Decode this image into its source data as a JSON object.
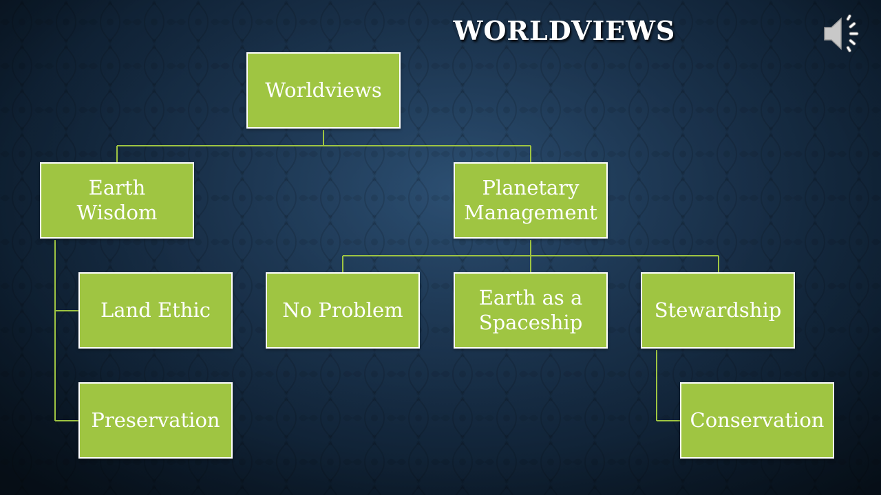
{
  "slide": {
    "title": "WORLDVIEWS",
    "audio_icon": "speaker-icon"
  },
  "colors": {
    "node_fill": "#9fc542",
    "node_border": "#ffffff",
    "connector": "#9fc542",
    "background": "#1c3652",
    "title_text": "#ffffff"
  },
  "diagram": {
    "root": {
      "label": "Worldviews"
    },
    "earth_wisdom": {
      "label": "Earth Wisdom"
    },
    "planetary_management": {
      "label": "Planetary Management"
    },
    "land_ethic": {
      "label": "Land Ethic"
    },
    "preservation": {
      "label": "Preservation"
    },
    "no_problem": {
      "label": "No Problem"
    },
    "earth_as_spaceship": {
      "label": "Earth as a Spaceship"
    },
    "stewardship": {
      "label": "Stewardship"
    },
    "conservation": {
      "label": "Conservation"
    },
    "edges": [
      [
        "root",
        "earth_wisdom"
      ],
      [
        "root",
        "planetary_management"
      ],
      [
        "earth_wisdom",
        "land_ethic"
      ],
      [
        "earth_wisdom",
        "preservation"
      ],
      [
        "planetary_management",
        "no_problem"
      ],
      [
        "planetary_management",
        "earth_as_spaceship"
      ],
      [
        "planetary_management",
        "stewardship"
      ],
      [
        "stewardship",
        "conservation"
      ]
    ]
  }
}
